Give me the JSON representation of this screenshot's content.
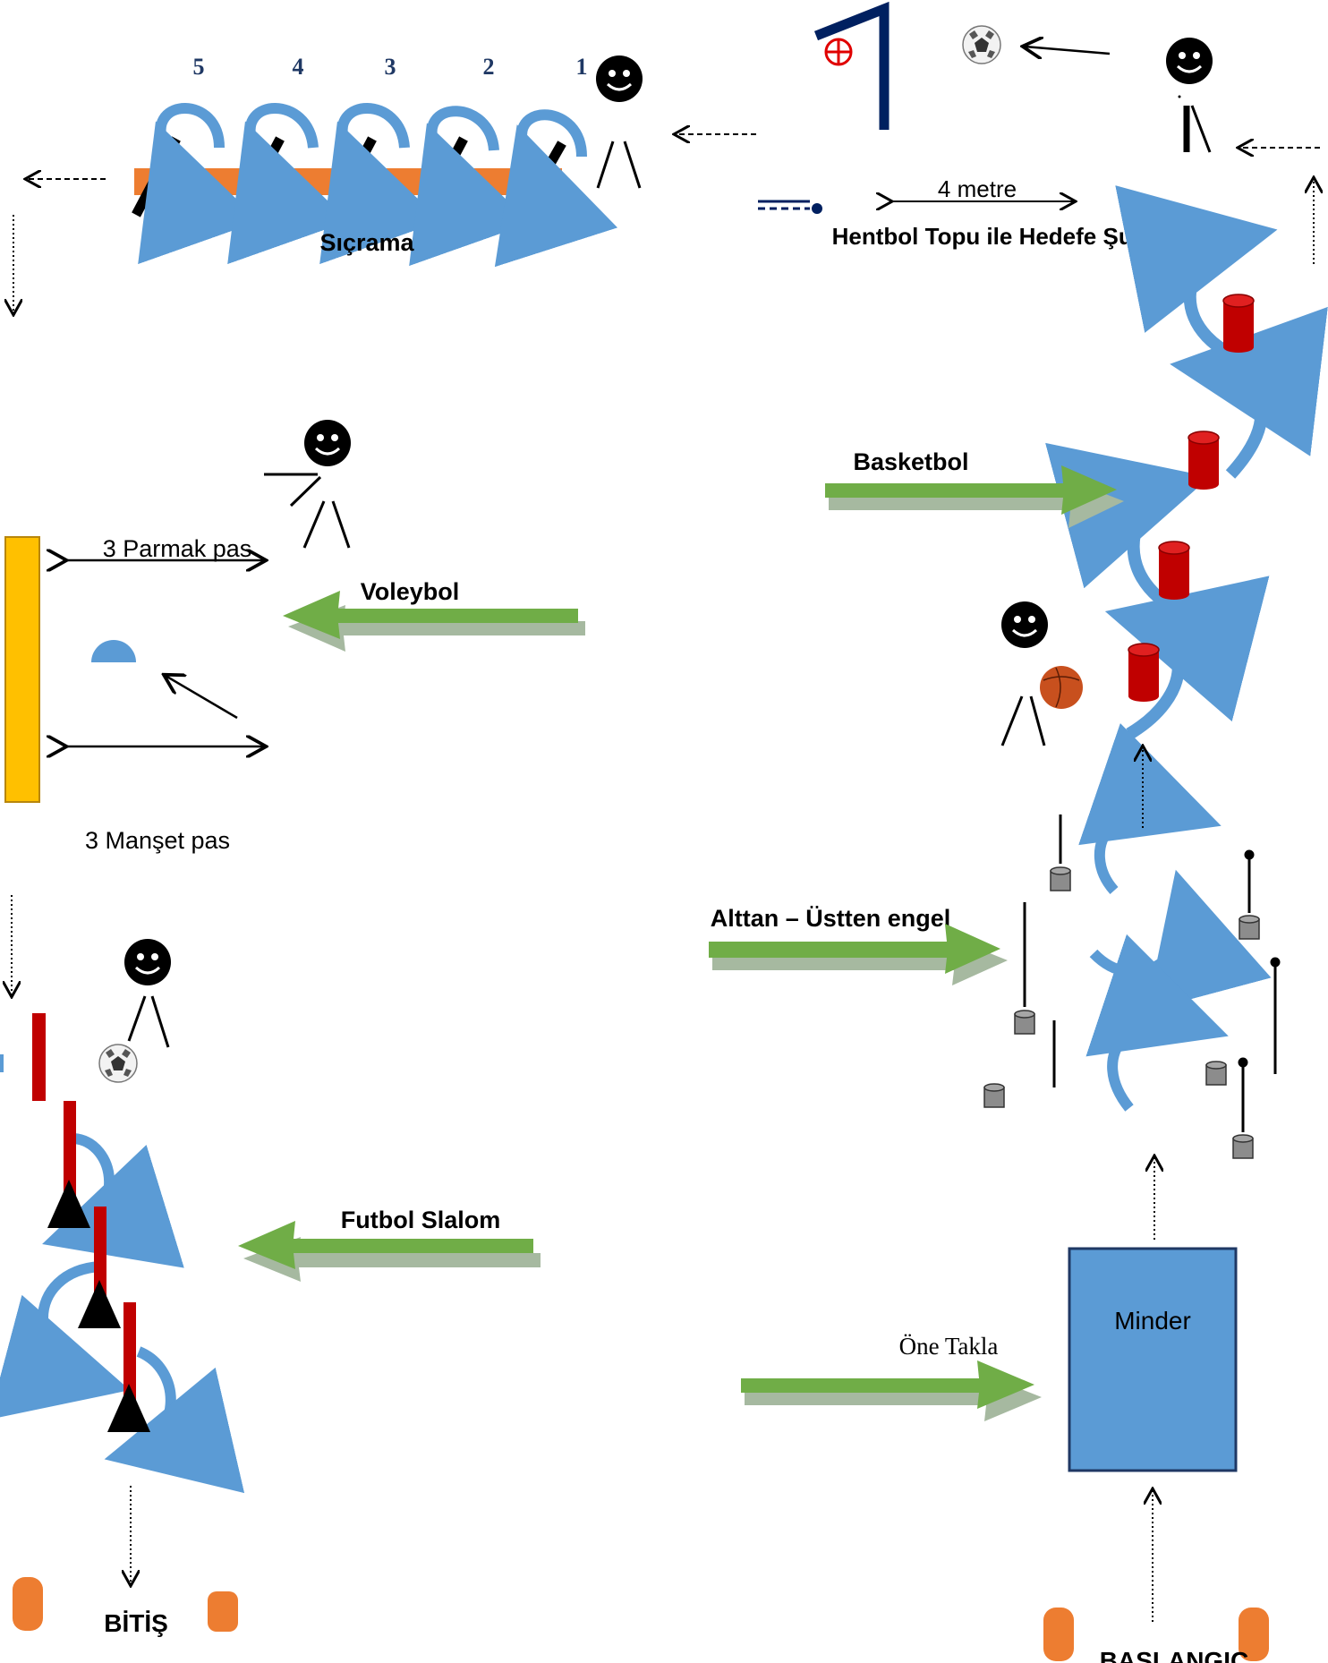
{
  "labels": {
    "jump": "Sıçrama",
    "shot": "Hentbol Topu ile Hedefe Şut",
    "distance": "4 metre",
    "basketball": "Basketbol",
    "volleyball": "Voleybol",
    "finger_pass": "3 Parmak pas",
    "cuff_pass": "3 Manşet pas",
    "over_under": "Alttan – Üstten engel",
    "football": "Futbol Slalom",
    "roll": "Öne Takla",
    "mat": "Minder",
    "start": "BAŞLANGIÇ",
    "finish": "BİTİŞ"
  },
  "hurdle_numbers": [
    "5",
    "4",
    "3",
    "2",
    "1"
  ],
  "colors": {
    "green_arrow": "#70AD47",
    "blue_curve": "#5B9BD5",
    "orange": "#ED7D31",
    "red": "#C00000",
    "yellow": "#FFC000",
    "mat_blue": "#5B9BD5",
    "navy": "#002060"
  },
  "icons": [
    "smiley-figure",
    "soccer-ball",
    "basketball",
    "goal-target",
    "cone",
    "pole-weight"
  ]
}
